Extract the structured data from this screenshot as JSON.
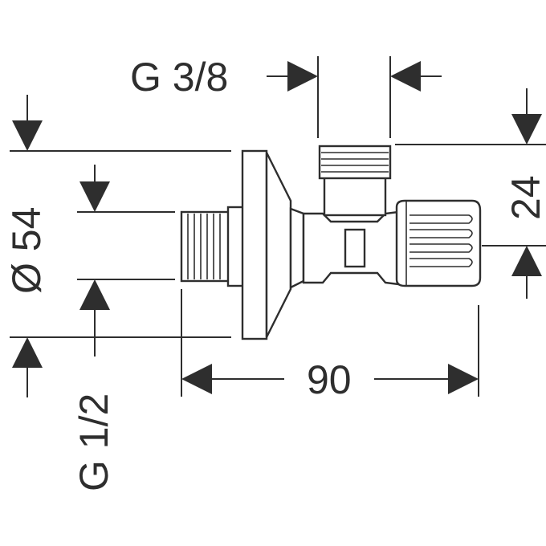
{
  "dimensions": {
    "outlet_thread": "G 3/8",
    "inlet_thread": "G 1/2",
    "rosette_diameter": "Ø 54",
    "length": "90",
    "height": "24"
  },
  "colors": {
    "line": "#2e2e2e",
    "background": "#ffffff"
  }
}
